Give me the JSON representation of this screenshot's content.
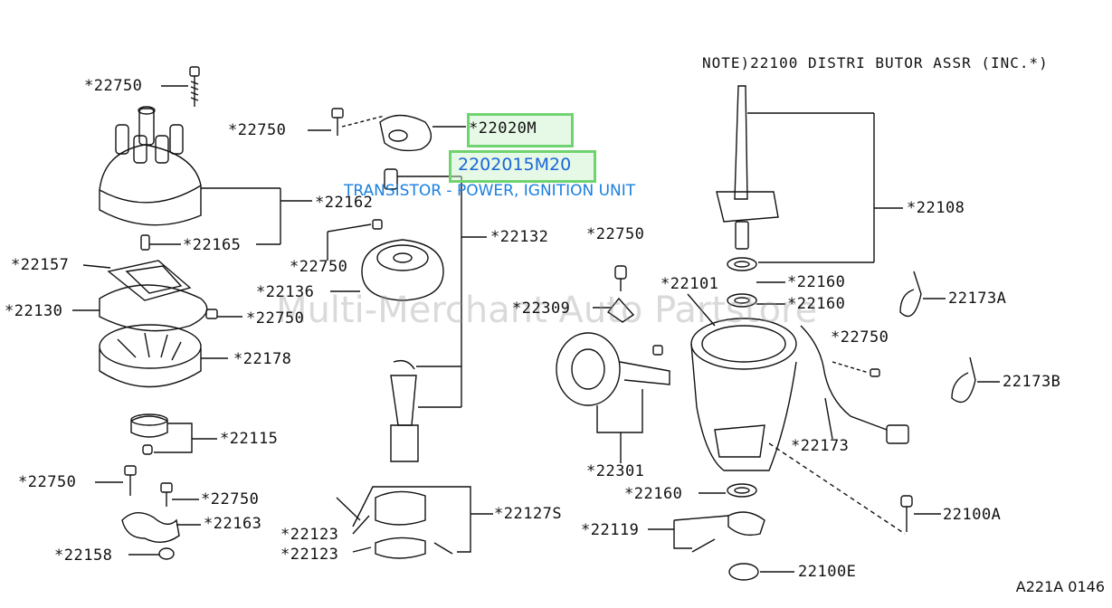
{
  "note": "NOTE)22100  DISTRI BUTOR ASSR   (INC.*)",
  "diagram_code": "A221A 0146",
  "watermark": "Multi-Merchant Auto Partstore",
  "highlight": {
    "part_number": "2202015M20",
    "description": "TRANSISTOR - POWER, IGNITION UNIT",
    "color": "#6fd46f",
    "link_color": "#1a66d8"
  },
  "labels": {
    "l22750a": "*22750",
    "l22750b": "*22750",
    "l22020m": "*22020M",
    "l22162": "*22162",
    "l22165": "*22165",
    "l22157": "*22157",
    "l22750c": "*22750",
    "l22136": "*22136",
    "l22130": "*22130",
    "l22750d": "*22750",
    "l22178": "*22178",
    "l22132": "*22132",
    "l22750e": "*22750",
    "l22309": "*22309",
    "l22101": "*22101",
    "l22108": "*22108",
    "l22160a": "*22160",
    "l22160b": "*22160",
    "l22173a": "22173A",
    "l22750f": "*22750",
    "l22173b": "22173B",
    "l22173": "*22173",
    "l22115": "*22115",
    "l22750g": "*22750",
    "l22750h": "*22750",
    "l22163": "*22163",
    "l22158": "*22158",
    "l22123a": "*22123",
    "l22123b": "*22123",
    "l22127s": "*22127S",
    "l22301": "*22301",
    "l22160c": "*22160",
    "l22119": "*22119",
    "l22100a": "22100A",
    "l22100e": "22100E"
  }
}
